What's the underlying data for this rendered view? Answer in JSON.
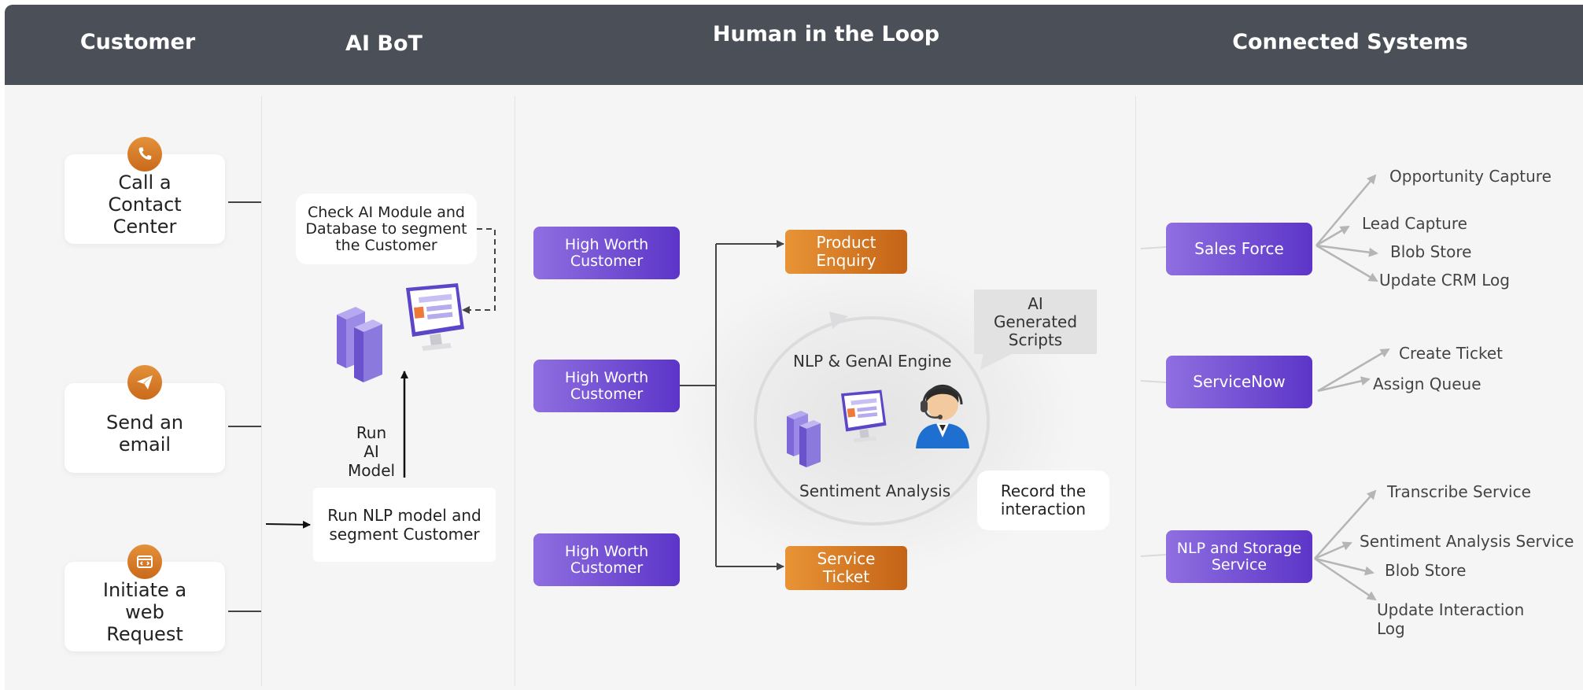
{
  "columns": {
    "customer": "Customer",
    "ai_bot": "AI BoT",
    "human_in_loop": "Human in the Loop",
    "connected_systems": "Connected Systems"
  },
  "customer_channels": {
    "call": {
      "label": "Call a Contact Center",
      "icon": "phone-icon"
    },
    "email": {
      "label": "Send an email",
      "icon": "paper-plane-icon"
    },
    "web": {
      "label": "Initiate a web Request",
      "icon": "web-code-icon"
    }
  },
  "ai_bot": {
    "check_module": "Check AI Module and Database to segment the Customer",
    "run_ai_model": "Run AI Model",
    "run_nlp": "Run NLP model and segment Customer"
  },
  "human_in_loop": {
    "segments": [
      "High Worth Customer",
      "High Worth Customer",
      "High Worth Customer"
    ],
    "product_enquiry": "Product Enquiry",
    "service_ticket": "Service Ticket",
    "engine_title": "NLP & GenAI Engine",
    "sentiment": "Sentiment Analysis",
    "ai_scripts": "AI Generated Scripts",
    "record": "Record the interaction"
  },
  "connected_systems": {
    "salesforce": {
      "label": "Sales Force",
      "outputs": [
        "Opportunity Capture",
        "Lead Capture",
        "Blob Store",
        "Update CRM Log"
      ]
    },
    "servicenow": {
      "label": "ServiceNow",
      "outputs": [
        "Create Ticket",
        "Assign Queue"
      ]
    },
    "nlp_storage": {
      "label": "NLP and Storage Service",
      "outputs": [
        "Transcribe Service",
        "Sentiment Analysis Service",
        "Blob Store",
        "Update Interaction Log"
      ]
    }
  },
  "colors": {
    "header": "#4b4f58",
    "purple_start": "#8f6fe0",
    "purple_end": "#5c35c8",
    "orange_start": "#e89436",
    "orange_end": "#c46316",
    "panel": "#f5f5f6"
  }
}
